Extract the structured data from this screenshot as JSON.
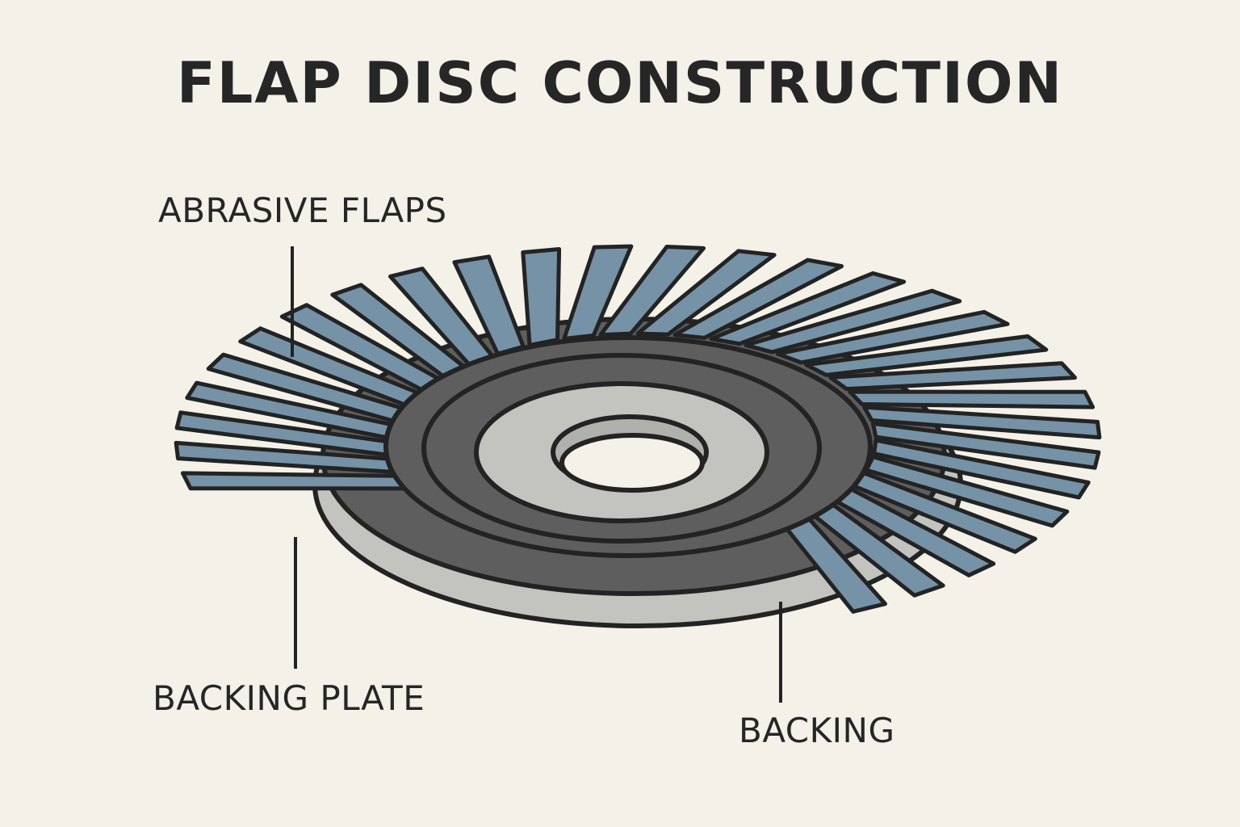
{
  "title": "FLAP DISC CONSTRUCTION",
  "labels": {
    "abrasive_flaps": "ABRASIVE FLAPS",
    "backing_plate": "BACKING PLATE",
    "backing": "BACKING"
  },
  "colors": {
    "background": "#f4f1e8",
    "flap": "#7592a7",
    "backing_dark": "#5e5e5e",
    "backing_light": "#c3c3c0",
    "outline": "#232323"
  }
}
